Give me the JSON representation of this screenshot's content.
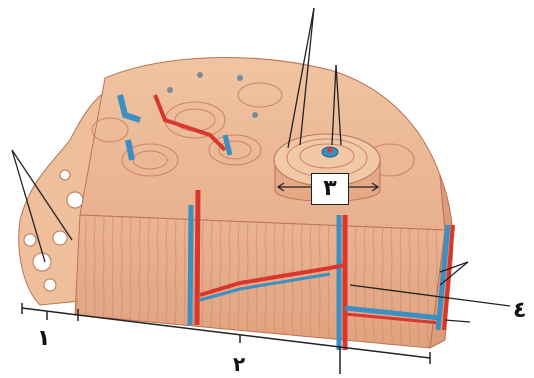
{
  "diagram": {
    "labels": {
      "one": "١",
      "two": "٢",
      "three": "٣",
      "four": "٤"
    },
    "colors": {
      "bone_light": "#f2c9a8",
      "bone_mid": "#e6a986",
      "bone_dark": "#b97456",
      "artery": "#d8372e",
      "vein": "#3b8fc2",
      "line": "#222222"
    }
  }
}
